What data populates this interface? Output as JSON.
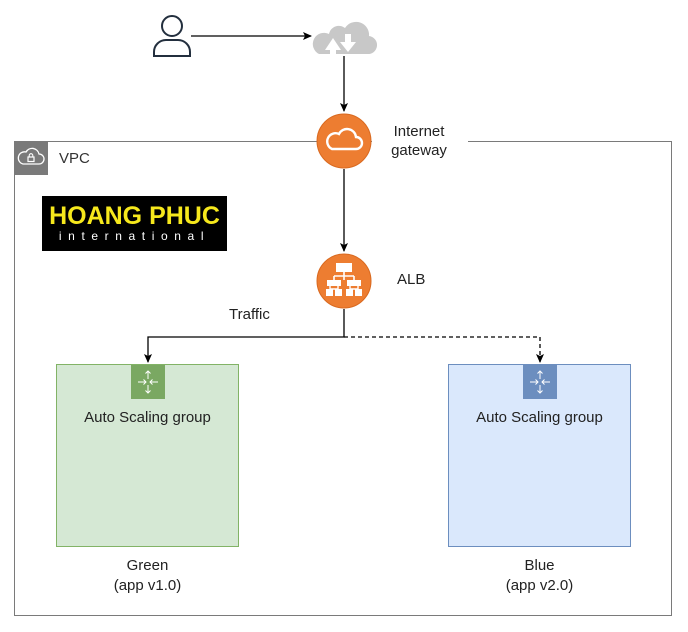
{
  "diagram": {
    "user": {
      "icon": "user-icon"
    },
    "internet": {
      "icon": "internet-cloud-icon"
    },
    "internet_gateway": {
      "label_line1": "Internet",
      "label_line2": "gateway",
      "icon": "internet-gateway-icon",
      "color": "#ed7d31"
    },
    "vpc": {
      "label": "VPC",
      "icon": "vpc-cloud-lock-icon"
    },
    "logo": {
      "main": "HOANG PHUC",
      "sub": "international"
    },
    "alb": {
      "label": "ALB",
      "icon": "load-balancer-icon",
      "color": "#ed7d31"
    },
    "traffic_label": "Traffic",
    "green_group": {
      "title": "Auto Scaling group",
      "caption_line1": "Green",
      "caption_line2": "(app v1.0)",
      "fill": "#d5e8d4",
      "stroke": "#82b366"
    },
    "blue_group": {
      "title": "Auto Scaling group",
      "caption_line1": "Blue",
      "caption_line2": "(app v2.0)",
      "fill": "#dae8fc",
      "stroke": "#6c8ebf"
    },
    "edges": [
      {
        "from": "user",
        "to": "internet",
        "style": "solid"
      },
      {
        "from": "internet",
        "to": "internet_gateway",
        "style": "solid"
      },
      {
        "from": "internet_gateway",
        "to": "alb",
        "style": "solid"
      },
      {
        "from": "alb",
        "to": "green_group",
        "style": "solid",
        "label": "Traffic"
      },
      {
        "from": "alb",
        "to": "blue_group",
        "style": "dashed"
      }
    ]
  }
}
